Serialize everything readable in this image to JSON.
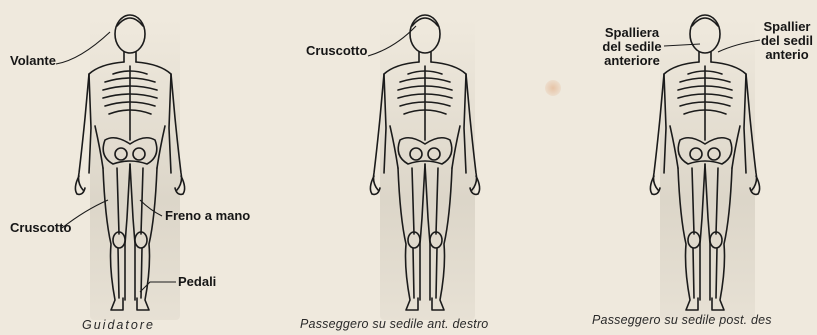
{
  "colors": {
    "paper": "#efe9dd",
    "ink": "#1b1b1b",
    "shadow_band": "#b9b2a3"
  },
  "panels": [
    {
      "figure_icon": "human-skeleton-figure-icon",
      "labels": {
        "volante": "Volante",
        "cruscotto": "Cruscotto",
        "freno_a_mano": "Freno a mano",
        "pedali": "Pedali"
      },
      "caption": "Guidatore"
    },
    {
      "figure_icon": "human-skeleton-figure-icon",
      "labels": {
        "cruscotto": "Cruscotto"
      },
      "caption": "Passeggero su sedile ant. destro"
    },
    {
      "figure_icon": "human-skeleton-figure-icon",
      "labels": {
        "spalliera_left_1": "Spalliera",
        "spalliera_left_2": "del sedile",
        "spalliera_left_3": "anteriore",
        "spalliera_right_1": "Spallier",
        "spalliera_right_2": "del sedil",
        "spalliera_right_3": "anterio"
      },
      "caption": "Passeggero su sedile post. des"
    }
  ]
}
